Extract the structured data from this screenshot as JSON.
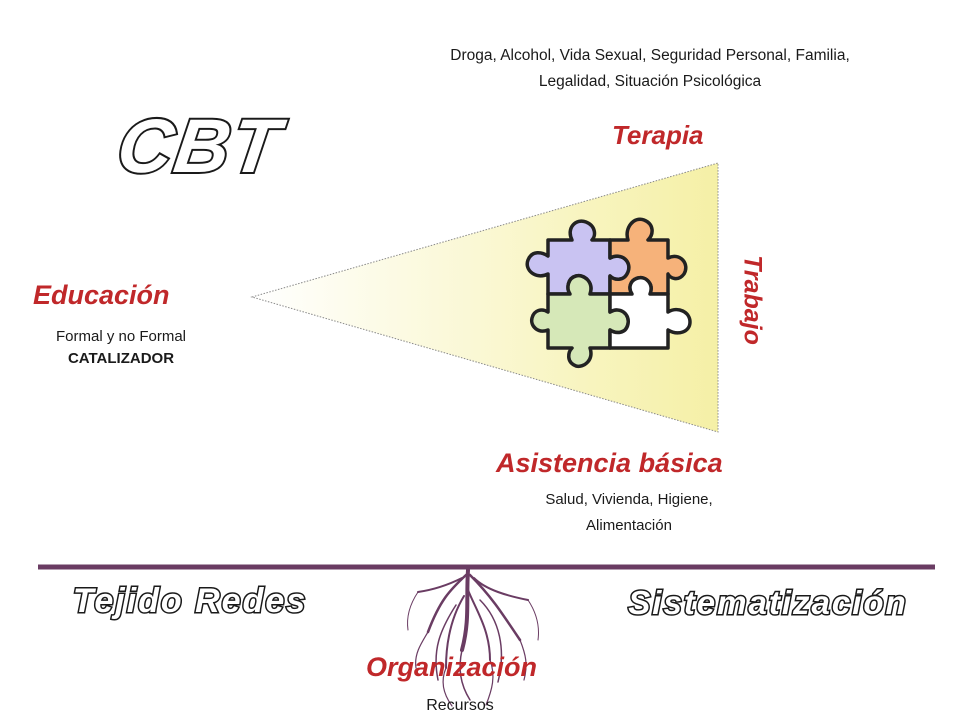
{
  "top_note": {
    "line1": "Droga, Alcohol, Vida Sexual, Seguridad Personal, Familia,",
    "line2": "Legalidad, Situación Psicológica"
  },
  "logo_text": "CBT",
  "terapia": "Terapia",
  "trabajo": "Trabajo",
  "educacion": {
    "title": "Educación",
    "line1": "Formal y no Formal",
    "line2": "CATALIZADOR"
  },
  "asistencia": {
    "title": "Asistencia básica",
    "line1": "Salud, Vivienda, Higiene,",
    "line2": "Alimentación"
  },
  "tejido": "Tejido Redes",
  "sistematizacion": "Sistematización",
  "organizacion": "Organización",
  "recursos": "Recursos",
  "colors": {
    "accent_red": "#c0282a",
    "cone_yellow": "#f8f4b0",
    "puzzle_purple": "#c9c3f2",
    "puzzle_orange": "#f6b27a",
    "puzzle_green": "#d6e8b8",
    "root_purple": "#6a3c63"
  }
}
